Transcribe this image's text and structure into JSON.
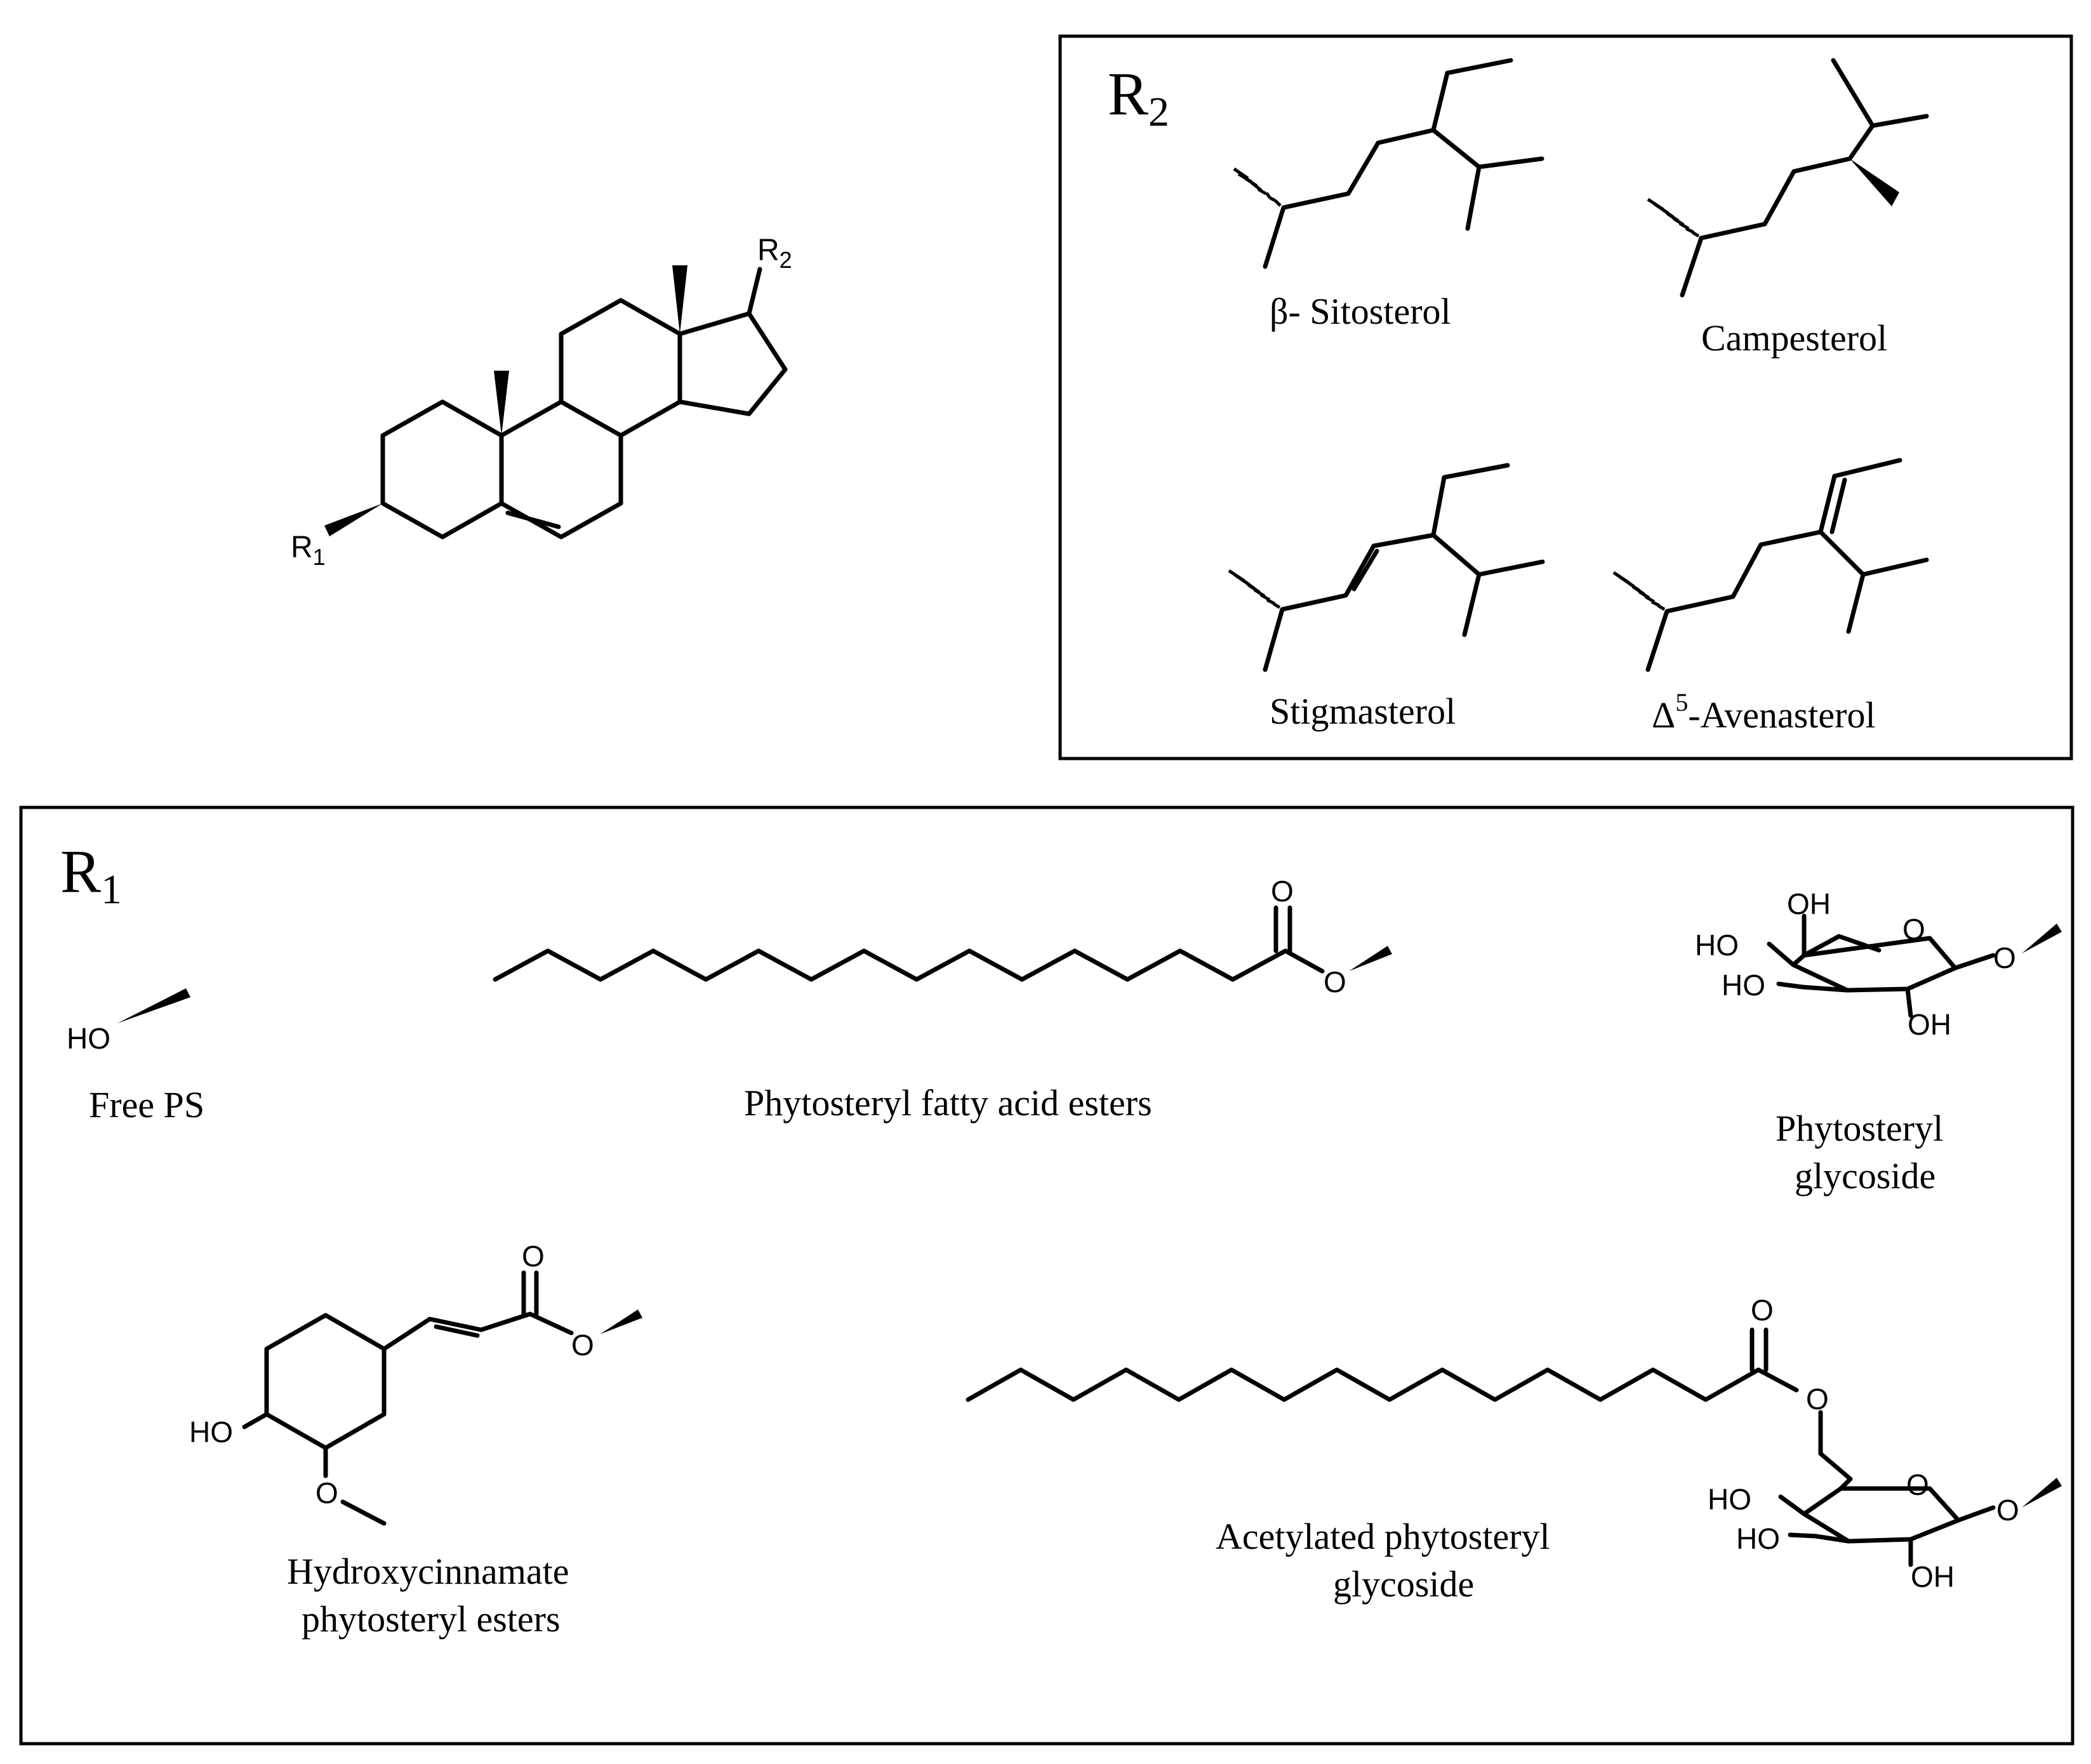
{
  "core": {
    "r1_substituent": "R",
    "r1_sub": "1",
    "r2_substituent": "R",
    "r2_sub": "2"
  },
  "r2_panel": {
    "label": "R",
    "label_sub": "2",
    "structures": [
      {
        "name": "β- Sitosterol"
      },
      {
        "name": "Campesterol"
      },
      {
        "name": "Stigmasterol"
      },
      {
        "name_prefix": "Δ",
        "name_sup": "5",
        "name_rest": "-Avenasterol"
      }
    ]
  },
  "r1_panel": {
    "label": "R",
    "label_sub": "1",
    "structures": [
      {
        "name": "Free PS",
        "atoms": [
          "HO"
        ]
      },
      {
        "name": "Phytosteryl fatty acid esters",
        "atoms": [
          "O",
          "O"
        ]
      },
      {
        "name_lines": [
          "Phytosteryl",
          "glycoside"
        ],
        "atoms": [
          "OH",
          "HO",
          "HO",
          "O",
          "O",
          "OH"
        ]
      },
      {
        "name_lines": [
          "Hydroxycinnamate",
          "phytosteryl esters"
        ],
        "atoms": [
          "O",
          "O",
          "HO",
          "O"
        ]
      },
      {
        "name_lines": [
          "Acetylated phytosteryl",
          "glycoside"
        ],
        "atoms": [
          "O",
          "O",
          "HO",
          "HO",
          "O",
          "O",
          "OH"
        ]
      }
    ]
  }
}
